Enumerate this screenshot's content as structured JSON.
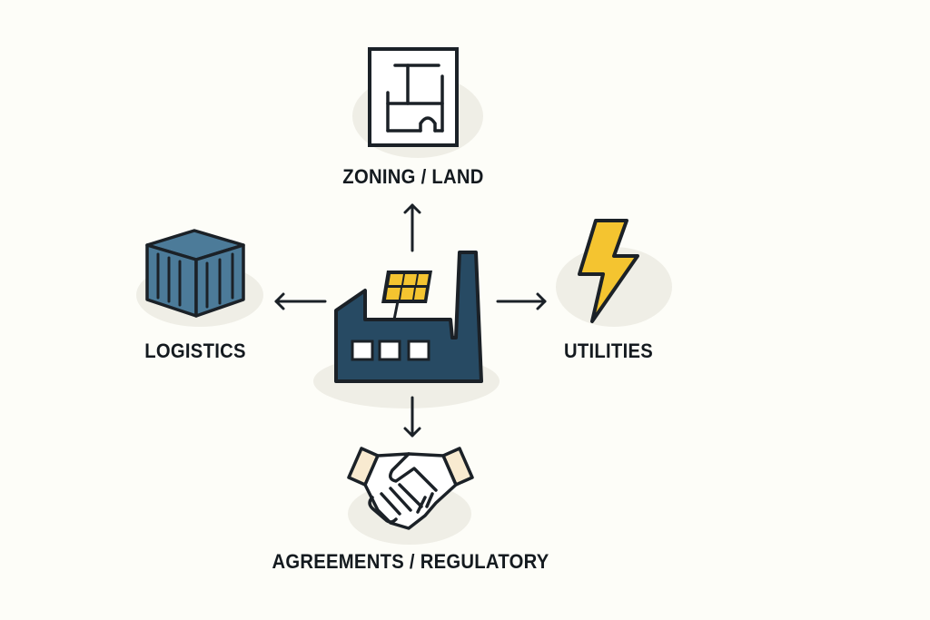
{
  "diagram": {
    "center": {
      "name": "Factory with solar panel",
      "icon": "factory-solar-icon"
    },
    "nodes": [
      {
        "id": "zoning",
        "label": "ZONING / LAND",
        "icon": "floorplan-icon",
        "direction": "up"
      },
      {
        "id": "logistics",
        "label": "LOGISTICS",
        "icon": "shipping-container-icon",
        "direction": "left"
      },
      {
        "id": "utilities",
        "label": "UTILITIES",
        "icon": "lightning-bolt-icon",
        "direction": "right"
      },
      {
        "id": "agreements",
        "label": "AGREEMENTS / REGULATORY",
        "icon": "handshake-icon",
        "direction": "down"
      }
    ],
    "colors": {
      "background": "#fdfdf8",
      "blob": "#efeee6",
      "outline": "#1b2127",
      "factory": "#274a63",
      "container": "#4c7b99",
      "solar": "#f4c430",
      "bolt": "#f4c430",
      "cuff": "#f8ead0"
    }
  }
}
